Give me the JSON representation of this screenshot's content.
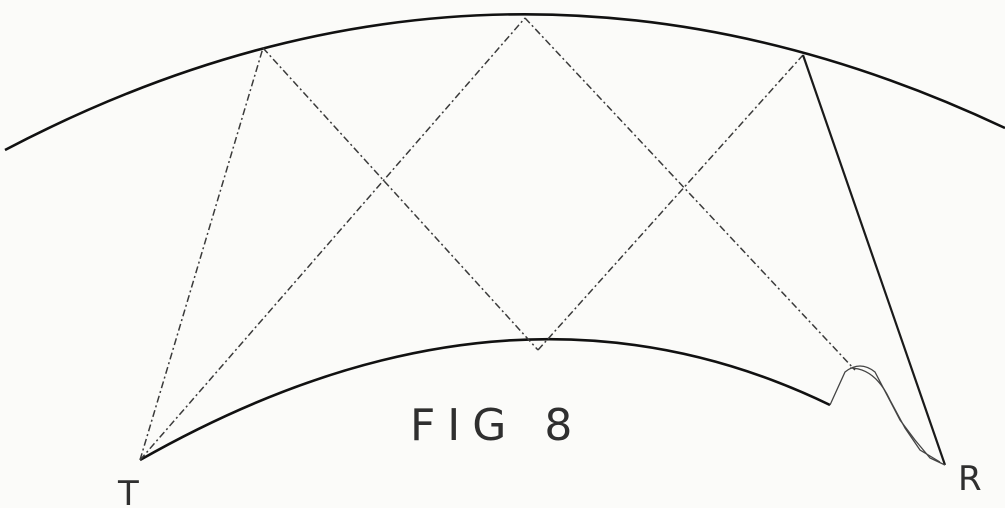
{
  "figure": {
    "caption": "FIG 8"
  },
  "points": {
    "transmitter": "T",
    "receiver": "R"
  },
  "colors": {
    "ink": "#1a1a1a",
    "paper": "#fbfbf9"
  }
}
